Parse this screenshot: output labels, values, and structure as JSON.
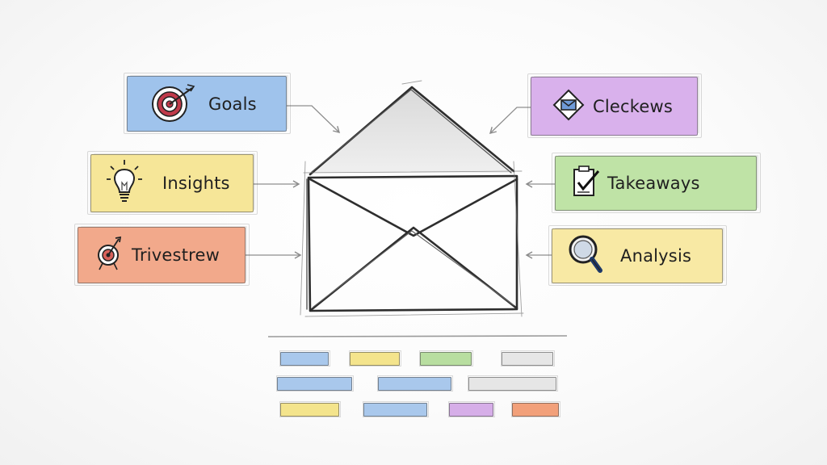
{
  "labels": {
    "goals": "Goals",
    "insights": "Insights",
    "trivestrew": "Trivestrew",
    "cleckews": "Cleckews",
    "takeaways": "Takeaways",
    "analysis": "Analysis"
  },
  "icons": {
    "goals": "target-arrow-icon",
    "insights": "lightbulb-icon",
    "trivestrew": "target-pin-icon",
    "cleckews": "envelope-diamond-icon",
    "takeaways": "checklist-icon",
    "analysis": "magnifier-icon"
  },
  "colors": {
    "goals": "#9fc3ec",
    "insights": "#f6e698",
    "trivestrew": "#f2a98b",
    "cleckews": "#d9b1ec",
    "takeaways": "#bfe3a6",
    "analysis": "#f8e9a4",
    "bar_blue": "#a9c8ec",
    "bar_yellow": "#f4e48c",
    "bar_green": "#b8dea0",
    "bar_gray": "#e6e6e6",
    "bar_purple": "#d6aee8",
    "bar_orange": "#f2a07a"
  }
}
